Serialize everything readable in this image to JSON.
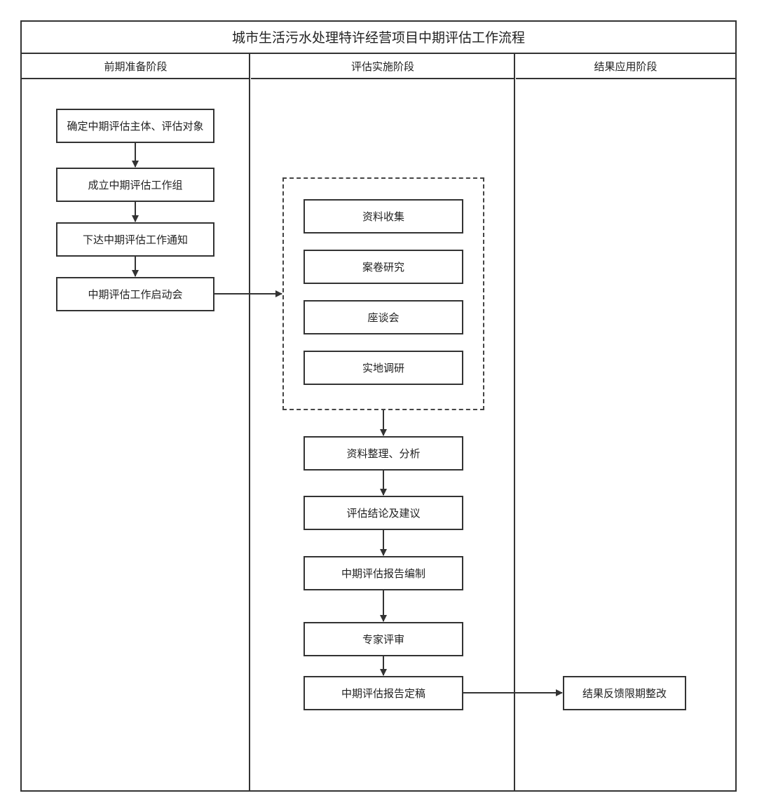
{
  "title": "城市生活污水处理特许经营项目中期评估工作流程",
  "lanes": [
    "前期准备阶段",
    "评估实施阶段",
    "结果应用阶段"
  ],
  "prep_steps": [
    "确定中期评估主体、评估对象",
    "成立中期评估工作组",
    "下达中期评估工作通知",
    "中期评估工作启动会"
  ],
  "implementation_group": [
    "资料收集",
    "案卷研究",
    "座谈会",
    "实地调研"
  ],
  "implementation_steps": [
    "资料整理、分析",
    "评估结论及建议",
    "中期评估报告编制",
    "专家评审",
    "中期评估报告定稿"
  ],
  "result_steps": [
    "结果反馈限期整改"
  ]
}
